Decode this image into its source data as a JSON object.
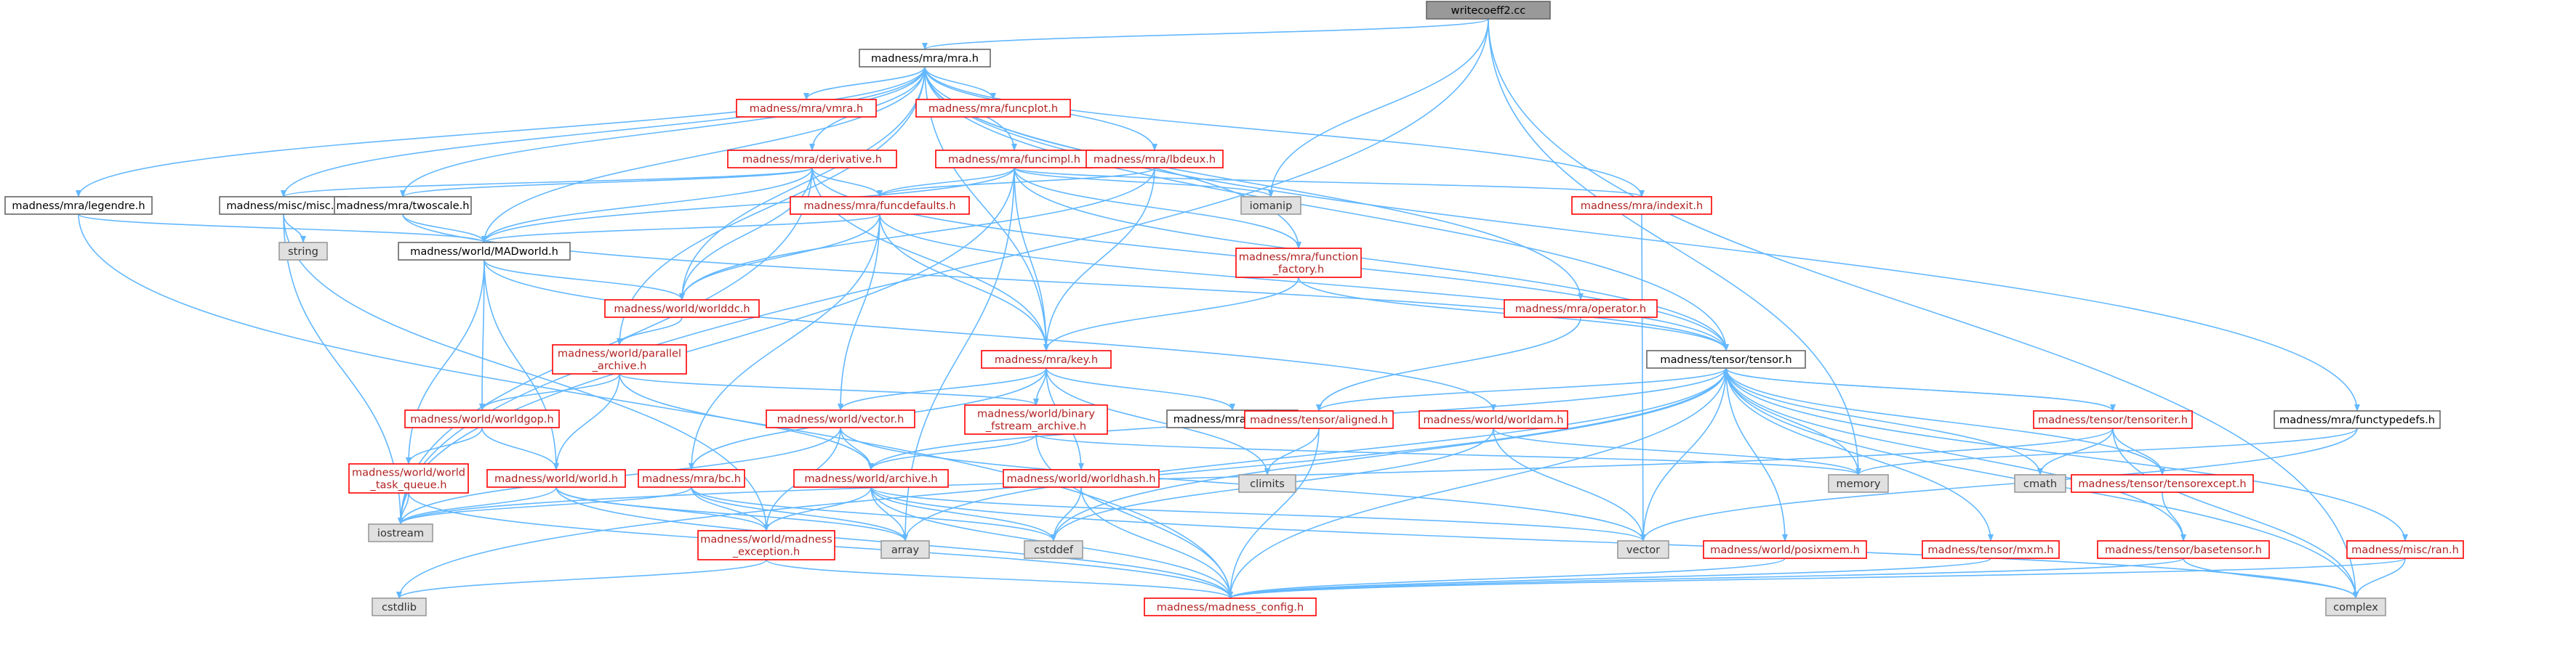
{
  "graph": {
    "colors": {
      "edge": "#63b8ff",
      "edge_back": "#ff3333",
      "node_normal_fill": "#ffffff",
      "node_normal_stroke": "#ff0000",
      "node_normal_text": "#b22222",
      "node_leaf_fill": "#e0e0e0",
      "node_leaf_stroke": "#999999",
      "node_leaf_text": "#333333",
      "node_root_fill": "#999999",
      "node_root_stroke": "#666666",
      "node_root_text": "#000000",
      "node_plain_stroke": "#666666",
      "node_plain_text": "#000000"
    },
    "nodes": [
      {
        "id": "root",
        "lines": [
          "writecoeff2.cc"
        ],
        "kind": "root"
      },
      {
        "id": "mra",
        "lines": [
          "madness/mra/mra.h"
        ],
        "kind": "plain"
      },
      {
        "id": "vmra",
        "lines": [
          "madness/mra/vmra.h"
        ],
        "kind": "normal"
      },
      {
        "id": "funcplot",
        "lines": [
          "madness/mra/funcplot.h"
        ],
        "kind": "normal"
      },
      {
        "id": "derivative",
        "lines": [
          "madness/mra/derivative.h"
        ],
        "kind": "normal"
      },
      {
        "id": "funcimpl",
        "lines": [
          "madness/mra/funcimpl.h"
        ],
        "kind": "normal"
      },
      {
        "id": "lbdeux",
        "lines": [
          "madness/mra/lbdeux.h"
        ],
        "kind": "normal"
      },
      {
        "id": "legendre",
        "lines": [
          "madness/mra/legendre.h"
        ],
        "kind": "plain"
      },
      {
        "id": "misc",
        "lines": [
          "madness/misc/misc.h"
        ],
        "kind": "plain"
      },
      {
        "id": "twoscale",
        "lines": [
          "madness/mra/twoscale.h"
        ],
        "kind": "plain"
      },
      {
        "id": "funcdefaults",
        "lines": [
          "madness/mra/funcdefaults.h"
        ],
        "kind": "normal"
      },
      {
        "id": "iomanip",
        "lines": [
          "iomanip"
        ],
        "kind": "leaf"
      },
      {
        "id": "indexit",
        "lines": [
          "madness/mra/indexit.h"
        ],
        "kind": "normal"
      },
      {
        "id": "string",
        "lines": [
          "string"
        ],
        "kind": "leaf"
      },
      {
        "id": "madworld",
        "lines": [
          "madness/world/MADworld.h"
        ],
        "kind": "plain"
      },
      {
        "id": "function_factory",
        "lines": [
          "madness/mra/function",
          "_factory.h"
        ],
        "kind": "normal"
      },
      {
        "id": "worlddc",
        "lines": [
          "madness/world/worlddc.h"
        ],
        "kind": "normal"
      },
      {
        "id": "operator",
        "lines": [
          "madness/mra/operator.h"
        ],
        "kind": "normal"
      },
      {
        "id": "parallel_archive",
        "lines": [
          "madness/world/parallel",
          "_archive.h"
        ],
        "kind": "normal"
      },
      {
        "id": "key",
        "lines": [
          "madness/mra/key.h"
        ],
        "kind": "normal"
      },
      {
        "id": "tensor",
        "lines": [
          "madness/tensor/tensor.h"
        ],
        "kind": "plain"
      },
      {
        "id": "worldgop",
        "lines": [
          "madness/world/worldgop.h"
        ],
        "kind": "normal"
      },
      {
        "id": "vector_h",
        "lines": [
          "madness/world/vector.h"
        ],
        "kind": "normal"
      },
      {
        "id": "binary_fstream",
        "lines": [
          "madness/world/binary",
          "_fstream_archive.h"
        ],
        "kind": "normal"
      },
      {
        "id": "power",
        "lines": [
          "madness/mra/power.h"
        ],
        "kind": "plain"
      },
      {
        "id": "aligned",
        "lines": [
          "madness/tensor/aligned.h"
        ],
        "kind": "normal"
      },
      {
        "id": "worldam",
        "lines": [
          "madness/world/worldam.h"
        ],
        "kind": "normal"
      },
      {
        "id": "tensoriter",
        "lines": [
          "madness/tensor/tensoriter.h"
        ],
        "kind": "normal"
      },
      {
        "id": "functypedefs",
        "lines": [
          "madness/mra/functypedefs.h"
        ],
        "kind": "plain"
      },
      {
        "id": "task_queue",
        "lines": [
          "madness/world/world",
          "_task_queue.h"
        ],
        "kind": "normal"
      },
      {
        "id": "world",
        "lines": [
          "madness/world/world.h"
        ],
        "kind": "normal"
      },
      {
        "id": "bc",
        "lines": [
          "madness/mra/bc.h"
        ],
        "kind": "normal"
      },
      {
        "id": "archive",
        "lines": [
          "madness/world/archive.h"
        ],
        "kind": "normal"
      },
      {
        "id": "worldhash",
        "lines": [
          "madness/world/worldhash.h"
        ],
        "kind": "normal"
      },
      {
        "id": "climits",
        "lines": [
          "climits"
        ],
        "kind": "leaf"
      },
      {
        "id": "memory",
        "lines": [
          "memory"
        ],
        "kind": "leaf"
      },
      {
        "id": "cmath",
        "lines": [
          "cmath"
        ],
        "kind": "leaf"
      },
      {
        "id": "tensorexcept",
        "lines": [
          "madness/tensor/tensorexcept.h"
        ],
        "kind": "normal"
      },
      {
        "id": "iostream",
        "lines": [
          "iostream"
        ],
        "kind": "leaf"
      },
      {
        "id": "madness_exception",
        "lines": [
          "madness/world/madness",
          "_exception.h"
        ],
        "kind": "normal"
      },
      {
        "id": "array",
        "lines": [
          "array"
        ],
        "kind": "leaf"
      },
      {
        "id": "cstddef",
        "lines": [
          "cstddef"
        ],
        "kind": "leaf"
      },
      {
        "id": "vector",
        "lines": [
          "vector"
        ],
        "kind": "leaf"
      },
      {
        "id": "posixmem",
        "lines": [
          "madness/world/posixmem.h"
        ],
        "kind": "normal"
      },
      {
        "id": "mxm",
        "lines": [
          "madness/tensor/mxm.h"
        ],
        "kind": "normal"
      },
      {
        "id": "basetensor",
        "lines": [
          "madness/tensor/basetensor.h"
        ],
        "kind": "normal"
      },
      {
        "id": "ran",
        "lines": [
          "madness/misc/ran.h"
        ],
        "kind": "normal"
      },
      {
        "id": "cstdlib",
        "lines": [
          "cstdlib"
        ],
        "kind": "leaf"
      },
      {
        "id": "madness_config",
        "lines": [
          "madness/madness_config.h"
        ],
        "kind": "normal"
      },
      {
        "id": "complex",
        "lines": [
          "complex"
        ],
        "kind": "leaf"
      }
    ],
    "edges": [
      [
        "root",
        "mra"
      ],
      [
        "root",
        "iomanip"
      ],
      [
        "root",
        "memory"
      ],
      [
        "root",
        "iostream"
      ],
      [
        "root",
        "complex"
      ],
      [
        "mra",
        "vmra"
      ],
      [
        "mra",
        "funcplot"
      ],
      [
        "mra",
        "derivative"
      ],
      [
        "mra",
        "funcimpl"
      ],
      [
        "mra",
        "lbdeux"
      ],
      [
        "mra",
        "legendre"
      ],
      [
        "mra",
        "misc"
      ],
      [
        "mra",
        "twoscale"
      ],
      [
        "mra",
        "indexit"
      ],
      [
        "mra",
        "madworld"
      ],
      [
        "mra",
        "function_factory"
      ],
      [
        "mra",
        "worlddc"
      ],
      [
        "mra",
        "operator"
      ],
      [
        "mra",
        "parallel_archive"
      ],
      [
        "mra",
        "key"
      ],
      [
        "mra",
        "tensor"
      ],
      [
        "mra",
        "functypedefs"
      ],
      [
        "vmra",
        "mra"
      ],
      [
        "derivative",
        "funcdefaults"
      ],
      [
        "derivative",
        "madworld"
      ],
      [
        "derivative",
        "worlddc"
      ],
      [
        "derivative",
        "misc"
      ],
      [
        "derivative",
        "twoscale"
      ],
      [
        "derivative",
        "tensor"
      ],
      [
        "derivative",
        "key"
      ],
      [
        "derivative",
        "iostream"
      ],
      [
        "funcimpl",
        "funcdefaults"
      ],
      [
        "funcimpl",
        "iomanip"
      ],
      [
        "funcimpl",
        "indexit"
      ],
      [
        "funcimpl",
        "function_factory"
      ],
      [
        "funcimpl",
        "key"
      ],
      [
        "funcimpl",
        "madworld"
      ],
      [
        "funcimpl",
        "tensor"
      ],
      [
        "funcimpl",
        "array"
      ],
      [
        "funcimpl",
        "iostream"
      ],
      [
        "lbdeux",
        "funcdefaults"
      ],
      [
        "lbdeux",
        "worlddc"
      ],
      [
        "lbdeux",
        "key"
      ],
      [
        "legendre",
        "madworld"
      ],
      [
        "legendre",
        "madness_config"
      ],
      [
        "misc",
        "string"
      ],
      [
        "misc",
        "iostream"
      ],
      [
        "misc",
        "madness_exception"
      ],
      [
        "twoscale",
        "madworld"
      ],
      [
        "twoscale",
        "tensor"
      ],
      [
        "funcdefaults",
        "madworld"
      ],
      [
        "funcdefaults",
        "worlddc"
      ],
      [
        "funcdefaults",
        "key"
      ],
      [
        "funcdefaults",
        "tensor"
      ],
      [
        "funcdefaults",
        "bc"
      ],
      [
        "funcdefaults",
        "vector_h"
      ],
      [
        "indexit",
        "vector"
      ],
      [
        "madworld",
        "worlddc"
      ],
      [
        "madworld",
        "worldgop"
      ],
      [
        "madworld",
        "world"
      ],
      [
        "madworld",
        "task_queue"
      ],
      [
        "madworld",
        "worldam"
      ],
      [
        "function_factory",
        "key"
      ],
      [
        "function_factory",
        "tensor"
      ],
      [
        "worlddc",
        "parallel_archive"
      ],
      [
        "operator",
        "aligned"
      ],
      [
        "parallel_archive",
        "binary_fstream"
      ],
      [
        "parallel_archive",
        "worldgop"
      ],
      [
        "parallel_archive",
        "world"
      ],
      [
        "parallel_archive",
        "archive"
      ],
      [
        "key",
        "vector_h"
      ],
      [
        "key",
        "binary_fstream"
      ],
      [
        "key",
        "power"
      ],
      [
        "key",
        "worldhash"
      ],
      [
        "key",
        "climits"
      ],
      [
        "key",
        "bc"
      ],
      [
        "tensor",
        "aligned"
      ],
      [
        "tensor",
        "tensoriter"
      ],
      [
        "tensor",
        "tensorexcept"
      ],
      [
        "tensor",
        "memory"
      ],
      [
        "tensor",
        "cmath"
      ],
      [
        "tensor",
        "archive"
      ],
      [
        "tensor",
        "posixmem"
      ],
      [
        "tensor",
        "mxm"
      ],
      [
        "tensor",
        "basetensor"
      ],
      [
        "tensor",
        "ran"
      ],
      [
        "tensor",
        "cstdlib"
      ],
      [
        "tensor",
        "complex"
      ],
      [
        "tensor",
        "madness_config"
      ],
      [
        "tensor",
        "array"
      ],
      [
        "tensor",
        "cstddef"
      ],
      [
        "tensor",
        "vector"
      ],
      [
        "worldgop",
        "world"
      ],
      [
        "worldgop",
        "task_queue"
      ],
      [
        "vector_h",
        "archive"
      ],
      [
        "vector_h",
        "madness_exception"
      ],
      [
        "vector_h",
        "iostream"
      ],
      [
        "vector_h",
        "vector"
      ],
      [
        "binary_fstream",
        "archive"
      ],
      [
        "binary_fstream",
        "memory"
      ],
      [
        "binary_fstream",
        "madness_config"
      ],
      [
        "aligned",
        "climits"
      ],
      [
        "aligned",
        "madness_config"
      ],
      [
        "worldam",
        "memory"
      ],
      [
        "worldam",
        "vector"
      ],
      [
        "worldam",
        "cstddef"
      ],
      [
        "tensoriter",
        "tensor"
      ],
      [
        "tensoriter",
        "tensorexcept"
      ],
      [
        "tensoriter",
        "cmath"
      ],
      [
        "tensoriter",
        "iostream"
      ],
      [
        "tensoriter",
        "complex"
      ],
      [
        "functypedefs",
        "memory"
      ],
      [
        "functypedefs",
        "vector"
      ],
      [
        "task_queue",
        "iostream"
      ],
      [
        "task_queue",
        "madness_config"
      ],
      [
        "world",
        "iostream"
      ],
      [
        "world",
        "madness_exception"
      ],
      [
        "world",
        "array"
      ],
      [
        "world",
        "madness_config"
      ],
      [
        "bc",
        "madness_exception"
      ],
      [
        "bc",
        "iostream"
      ],
      [
        "bc",
        "array"
      ],
      [
        "bc",
        "cstddef"
      ],
      [
        "archive",
        "madness_exception"
      ],
      [
        "archive",
        "array"
      ],
      [
        "archive",
        "cstddef"
      ],
      [
        "archive",
        "vector"
      ],
      [
        "archive",
        "complex"
      ],
      [
        "archive",
        "madness_config"
      ],
      [
        "worldhash",
        "cstddef"
      ],
      [
        "worldhash",
        "madness_config"
      ],
      [
        "tensorexcept",
        "basetensor"
      ],
      [
        "madness_exception",
        "cstdlib"
      ],
      [
        "madness_exception",
        "madness_config"
      ],
      [
        "posixmem",
        "madness_config"
      ],
      [
        "mxm",
        "madness_config"
      ],
      [
        "basetensor",
        "complex"
      ],
      [
        "basetensor",
        "madness_config"
      ],
      [
        "ran",
        "complex"
      ],
      [
        "ran",
        "madness_config"
      ]
    ]
  }
}
